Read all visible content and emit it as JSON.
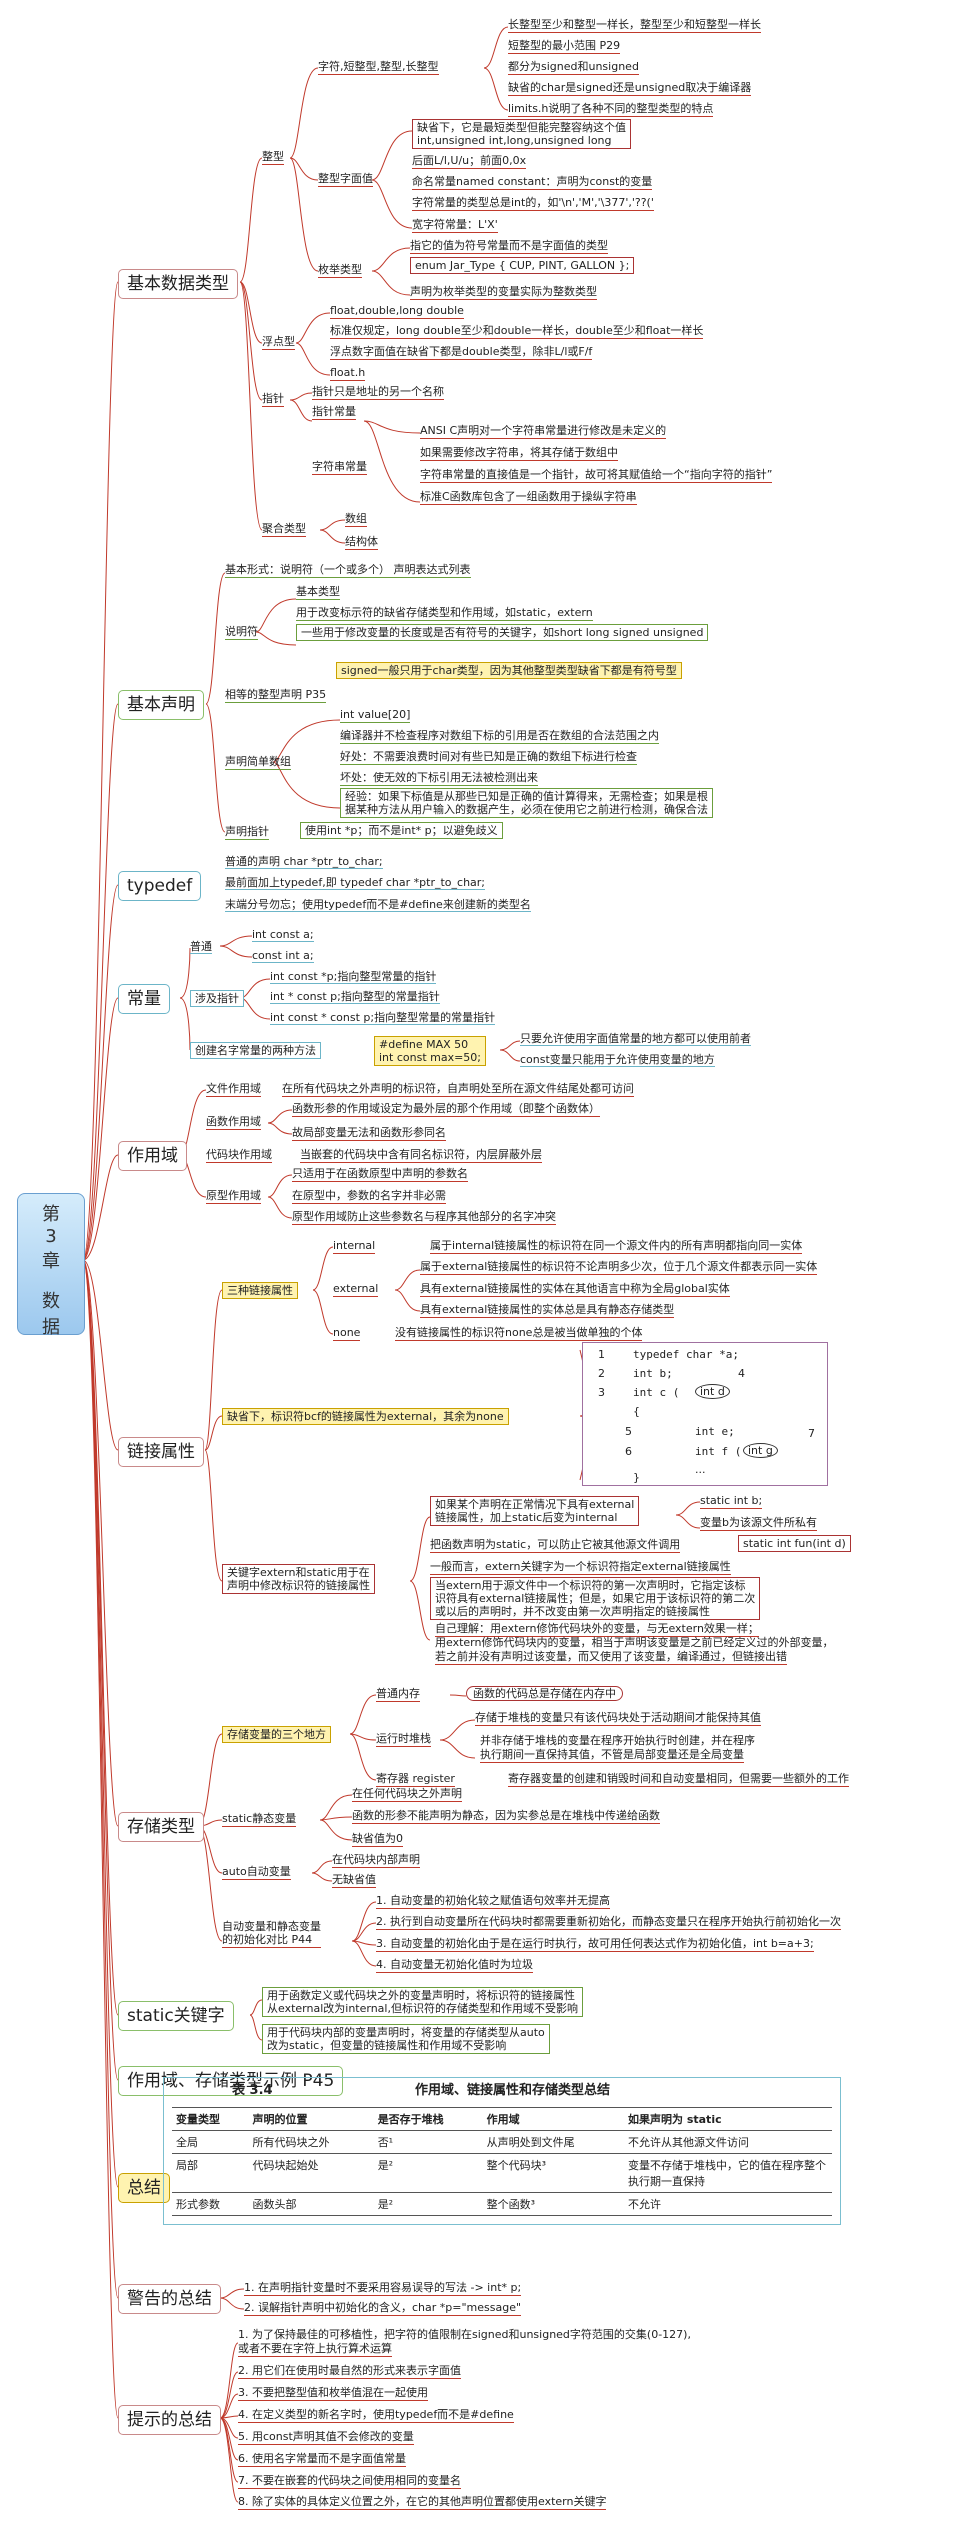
{
  "root": [
    "第",
    "3",
    "章",
    "数",
    "据"
  ],
  "cats": {
    "c1": "基本数据类型",
    "c2": "基本声明",
    "c3": "typedef",
    "c4": "常量",
    "c5": "作用域",
    "c6": "链接属性",
    "c7": "存储类型",
    "c8": "static关键字",
    "c9": "作用域、存储类型示例 P45",
    "c10": "总结",
    "c11": "警告的总结",
    "c12": "提示的总结"
  },
  "s1": {
    "zx": "整型",
    "zxzz": "字符,短整型,整型,长整型",
    "zl": [
      "长整型至少和整型一样长，整型至少和短整型一样长",
      "短整型的最小范围 P29",
      "都分为signed和unsigned",
      "缺省的char是signed还是unsigned取决于编译器",
      "limits.h说明了各种不同的整型类型的特点"
    ],
    "zmz": "整型字面值",
    "zm1": "缺省下，它是最短类型但能完整容纳这个值",
    "zm1b": "int,unsigned int,long,unsigned long",
    "zm2": "后面L/l,U/u；前面0,0x",
    "zm3": "命名常量named constant：声明为const的变量",
    "zm4": "字符常量的类型总是int的，如'\\n','M','\\377','??('",
    "zm5": "宽字符常量：L'X'",
    "mj": "枚举类型",
    "mj1": "指它的值为符号常量而不是字面值的类型",
    "mj2": "enum Jar_Type { CUP, PINT, GALLON };",
    "mj3": "声明为枚举类型的变量实际为整数类型",
    "fd": "浮点型",
    "fd1": "float,double,long double",
    "fd2": "标准仅规定，long double至少和double一样长，double至少和float一样长",
    "fd3": "浮点数字面值在缺省下都是double类型，除非L/l或F/f",
    "fd4": "float.h",
    "zz": "指针",
    "zz1": "指针只是地址的另一个名称",
    "zz2": "指针常量",
    "zfc": "字符串常量",
    "zf": [
      "ANSI C声明对一个字符串常量进行修改是未定义的",
      "如果需要修改字符串，将其存储于数组中",
      "字符串常量的直接值是一个指针，故可将其赋值给一个“指向字符的指针”",
      "标准C函数库包含了一组函数用于操纵字符串"
    ],
    "jh": "聚合类型",
    "jh1": "数组",
    "jh2": "结构体"
  },
  "s2": {
    "a": "基本形式：说明符（一个或多个） 声明表达式列表",
    "sm": "说明符",
    "sm1": "基本类型",
    "sm2": "用于改变标示符的缺省存储类型和作用域，如static，extern",
    "sm3": "一些用于修改变量的长度或是否有符号的关键字，如short long signed unsigned",
    "sg": "signed一般只用于char类型，因为其他整型类型缺省下都是有符号型",
    "xd": "相等的整型声明 P35",
    "jd": "声明简单数组",
    "jd1": "int value[20]",
    "jd2": "编译器并不检查程序对数组下标的引用是否在数组的合法范围之内",
    "jd3": "好处：不需要浪费时间对有些已知是正确的数组下标进行检查",
    "jd4": "坏处：使无效的下标引用无法被检测出来",
    "jd5": "经验：如果下标值是从那些已知是正确的值计算得来，无需检查；如果是根",
    "jd5b": "据某种方法从用户输入的数据产生，必须在使用它之前进行检测，确保合法",
    "zz": "声明指针",
    "zz1": "使用int *p；而不是int* p；以避免歧义"
  },
  "s3": [
    "普通的声明 char *ptr_to_char;",
    "最前面加上typedef,即 typedef char *ptr_to_char;",
    "末端分号勿忘；使用typedef而不是#define来创建新的类型名"
  ],
  "s4": {
    "pt": "普通",
    "pt1": "int const a;",
    "pt2": "const int a;",
    "sj": "涉及指针",
    "sj1": "int const *p;指向整型常量的指针",
    "sj2": "int * const p;指向整型的常量指针",
    "sj3": "int const * const p;指向整型常量的常量指针",
    "cj": "创建名字常量的两种方法",
    "def1": "#define MAX 50",
    "def2": "int const max=50;",
    "n1": "只要允许使用字面值常量的地方都可以使用前者",
    "n2": "const变量只能用于允许使用变量的地方"
  },
  "s5": {
    "a": "文件作用域",
    "a1": "在所有代码块之外声明的标识符，自声明处至所在源文件结尾处都可访问",
    "b": "函数作用域",
    "b1": "函数形参的作用域设定为最外层的那个作用域（即整个函数体）",
    "b2": "故局部变量无法和函数形参同名",
    "c": "代码块作用域",
    "c1": "当嵌套的代码块中含有同名标识符，内层屏蔽外层",
    "d": "原型作用域",
    "d1": "只适用于在函数原型中声明的参数名",
    "d2": "在原型中，参数的名字并非必需",
    "d3": "原型作用域防止这些参数名与程序其他部分的名字冲突"
  },
  "s6": {
    "sz": "三种链接属性",
    "in": "internal",
    "in1": "属于internal链接属性的标识符在同一个源文件内的所有声明都指向同一实体",
    "ex": "external",
    "ex1": "属于external链接属性的标识符不论声明多少次，位于几个源文件都表示同一实体",
    "ex2": "具有external链接属性的实体在其他语言中称为全局global实体",
    "ex3": "具有external链接属性的实体总是具有静态存储类型",
    "no": "none",
    "no1": "没有链接属性的标识符none总是被当做单独的个体",
    "qs": "缺省下，标识符bcf的链接属性为external，其余为none",
    "code": [
      "typedef char *a;",
      "int b;",
      "int c (",
      "{",
      "int e;",
      "int f (",
      "...",
      "}"
    ],
    "codeCirc": [
      "int d",
      "int g"
    ],
    "codeNum": [
      "1",
      "2",
      "3",
      "4",
      "5",
      "6",
      "7"
    ],
    "gj": "关键字extern和static用于在",
    "gj2": "声明中修改标识符的链接属性",
    "r1": "如果某个声明在正常情况下具有external",
    "r1b": "链接属性，加上static后变为internal",
    "r1c": "static int b;",
    "r1d": "变量b为该源文件所私有",
    "r2": "把函数声明为static，可以防止它被其他源文件调用",
    "r2b": "static int fun(int d)",
    "r3": "一般而言，extern关键字为一个标识符指定external链接属性",
    "r4": "当extern用于源文件中一个标识符的第一次声明时，它指定该标",
    "r4b": "识符具有external链接属性；但是，如果它用于该标识符的第二次",
    "r4c": "或以后的声明时，并不改变由第一次声明指定的链接属性",
    "r5": "自己理解：用extern修饰代码块外的变量，与无extern效果一样；",
    "r5b": "用extern修饰代码块内的变量，相当于声明该变量是之前已经定义过的外部变量，",
    "r5c": "若之前并没有声明过该变量，而又使用了该变量，编译通过，但链接出错"
  },
  "s7": {
    "sg": "存储变量的三个地方",
    "pt": "普通内存",
    "pt1": "函数的代码总是存储在内存中",
    "yx": "运行时堆栈",
    "yx1": "存储于堆栈的变量只有该代码块处于活动期间才能保持其值",
    "yx2": "并非存储于堆栈的变量在程序开始执行时创建，并在程序",
    "yx3": "执行期间一直保持其值，不管是局部变量还是全局变量",
    "jc": "寄存器 register",
    "jc1": "寄存器变量的创建和销毁时间和自动变量相同，但需要一些额外的工作",
    "st": "static静态变量",
    "st1": "在任何代码块之外声明",
    "st2": "函数的形参不能声明为静态，因为实参总是在堆栈中传递给函数",
    "st3": "缺省值为0",
    "au": "auto自动变量",
    "au1": "在代码块内部声明",
    "au2": "无缺省值",
    "cs": "自动变量和静态变量",
    "cs2": "的初始化对比 P44",
    "ci": [
      "1. 自动变量的初始化较之赋值语句效率并无提高",
      "2. 执行到自动变量所在代码块时都需要重新初始化，而静态变量只在程序开始执行前初始化一次",
      "3. 自动变量的初始化由于是在运行时执行，故可用任何表达式作为初始化值，int b=a+3;",
      "4. 自动变量无初始化值时为垃圾"
    ]
  },
  "s8": {
    "a1": "用于函数定义或代码块之外的变量声明时，将标识符的链接属性",
    "a2": "从external改为internal,但标识符的存储类型和作用域不受影响",
    "b1": "用于代码块内部的变量声明时，将变量的存储类型从auto",
    "b2": "改为static，但变量的链接属性和作用域不受影响"
  },
  "s10": {
    "tno": "表 3.4",
    "ttl": "作用域、链接属性和存储类型总结",
    "cols": [
      "变量类型",
      "声明的位置",
      "是否存于堆栈",
      "作用域",
      "如果声明为 static"
    ],
    "rows": [
      [
        "全局",
        "所有代码块之外",
        "否¹",
        "从声明处到文件尾",
        "不允许从其他源文件访问"
      ],
      [
        "局部",
        "代码块起始处",
        "是²",
        "整个代码块³",
        "变量不存储于堆栈中，它的值在程序整个执行期一直保持"
      ],
      [
        "形式参数",
        "函数头部",
        "是²",
        "整个函数³",
        "不允许"
      ]
    ]
  },
  "s11": [
    "1. 在声明指针变量时不要采用容易误导的写法 -> int* p;",
    "2. 误解指针声明中初始化的含义，char *p=\"message\""
  ],
  "s12": [
    "1. 为了保持最佳的可移植性，把字符的值限制在signed和unsigned字符范围的交集(0-127),",
    "   或者不要在字符上执行算术运算",
    "2. 用它们在使用时最自然的形式来表示字面值",
    "3. 不要把整型值和枚举值混在一起使用",
    "4. 在定义类型的新名字时，使用typedef而不是#define",
    "5. 用const声明其值不会修改的变量",
    "6. 使用名字常量而不是字面值常量",
    "7. 不要在嵌套的代码块之间使用相同的变量名",
    "8. 除了实体的具体定义位置之外，在它的其他声明位置都使用extern关键字"
  ],
  "colors": {
    "line_red": "#c0392b",
    "line_green": "#6b9e3c",
    "line_cyan": "#6cb5c8",
    "highlight": "#fff3b0",
    "root": "#9cc8ee"
  }
}
